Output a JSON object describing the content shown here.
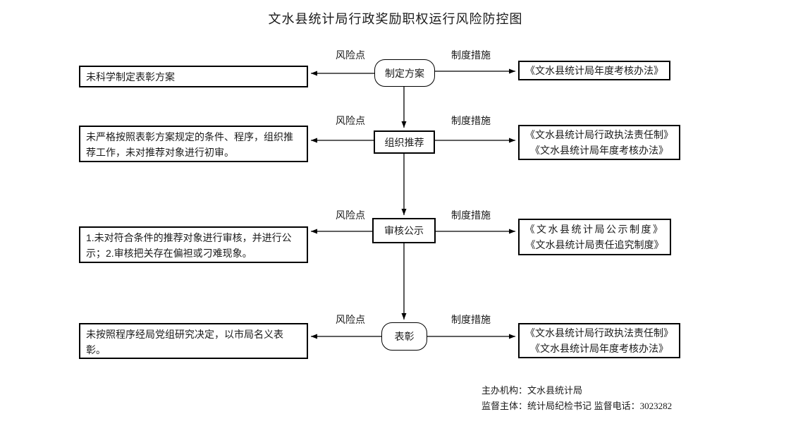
{
  "title": "文水县统计局行政奖励职权运行风险防控图",
  "labels": {
    "risk": "风险点",
    "measure": "制度措施"
  },
  "rows": [
    {
      "step": "制定方案",
      "risk_text": "未科学制定表彰方案",
      "measures": [
        "《文水县统计局年度考核办法》"
      ]
    },
    {
      "step": "组织推荐",
      "risk_text": "未严格按照表彰方案规定的条件、程序，组织推荐工作，未对推荐对象进行初审。",
      "measures": [
        "《文水县统计局行政执法责任制》",
        "《文水县统计局年度考核办法》"
      ]
    },
    {
      "step": "审核公示",
      "risk_text": "1.未对符合条件的推荐对象进行审核，并进行公示；2.审核把关存在偏袒或刁难现象。",
      "measures": [
        "《文水县统计局公示制度》",
        "《文水县统计局责任追究制度》"
      ]
    },
    {
      "step": "表彰",
      "risk_text": "未按照程序经局党组研究决定，以市局名义表彰。",
      "measures": [
        "《文水县统计局行政执法责任制》",
        "《文水县统计局年度考核办法》"
      ]
    }
  ],
  "footer": {
    "host": "主办机构：文水县统计局",
    "supervisor": "监督主体：统计局纪检书记",
    "phone_label": "监督电话：",
    "phone": "3023282"
  }
}
